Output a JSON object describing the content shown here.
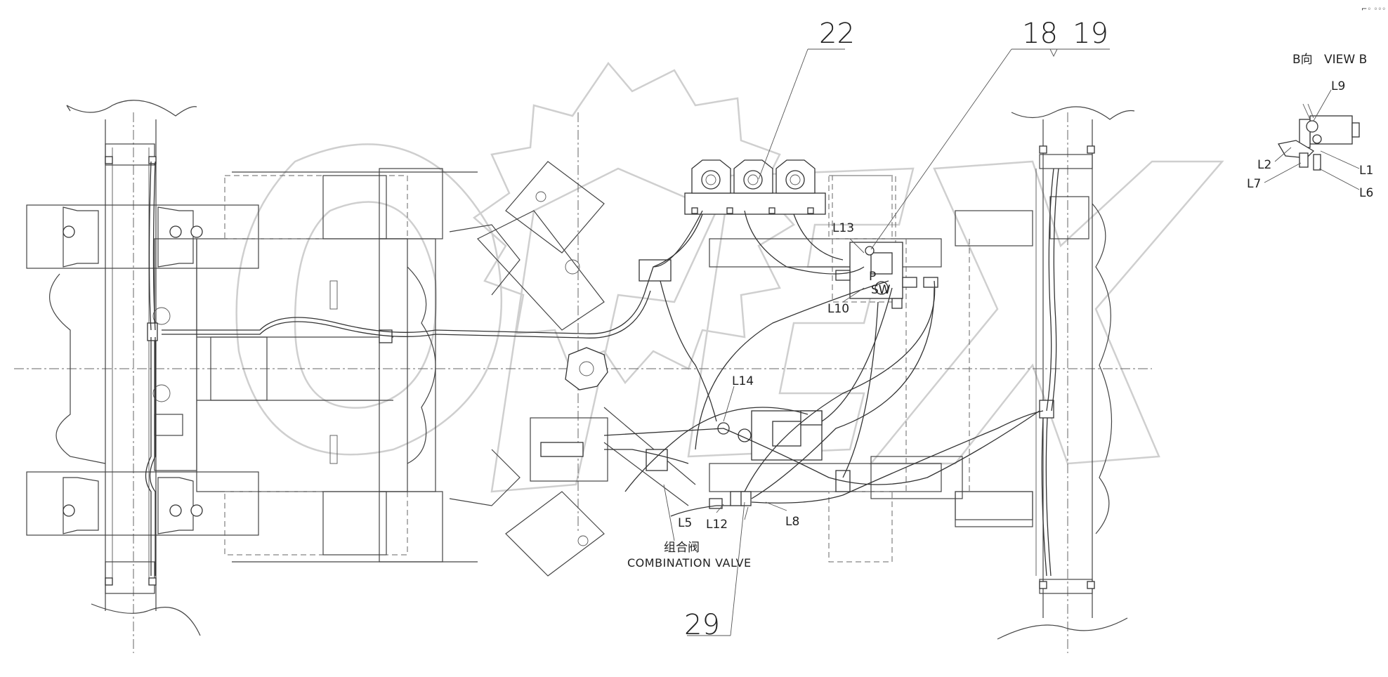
{
  "drawing": {
    "callouts": {
      "c22": "22",
      "c18": "18",
      "c19": "19",
      "c29": "29"
    },
    "view_b": {
      "title_cn": "B向",
      "title_en": "VIEW B",
      "labels": {
        "L9": "L9",
        "L2": "L2",
        "L1": "L1",
        "L7": "L7",
        "L6": "L6"
      }
    },
    "line_labels": {
      "L13": "L13",
      "L10": "L10",
      "P": "P",
      "SW": "SW",
      "L14": "L14",
      "L5": "L5",
      "L12": "L12",
      "L8": "L8"
    },
    "combination_valve": {
      "cn": "组合阀",
      "en": "COMBINATION VALVE"
    },
    "watermark": "OPEX",
    "corner_mark": "⌐◦ ◦◦◦"
  }
}
